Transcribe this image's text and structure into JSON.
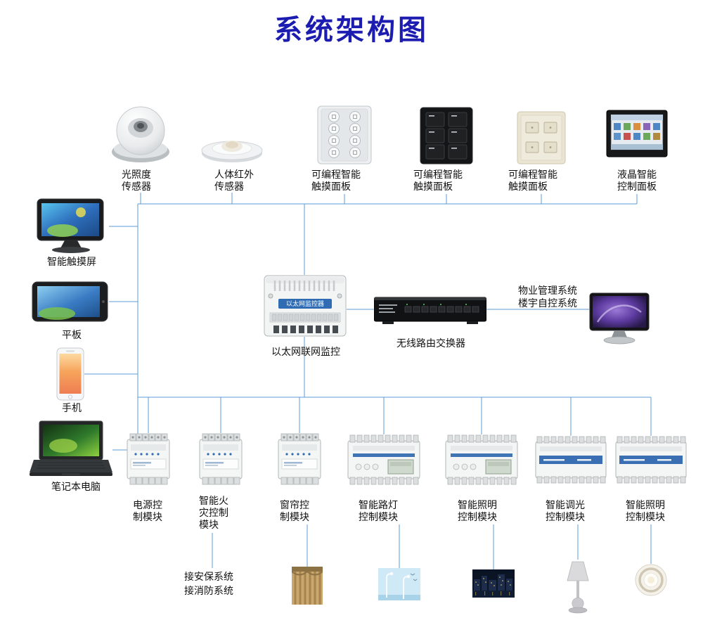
{
  "title": "系统架构图",
  "colors": {
    "title": "#1c1cb0",
    "connector": "#5b9bd5"
  },
  "top_devices": [
    {
      "label": [
        "光照度",
        "传感器"
      ]
    },
    {
      "label": [
        "人体红外",
        "传感器"
      ]
    },
    {
      "label": [
        "可编程智能",
        "触摸面板"
      ]
    },
    {
      "label": [
        "可编程智能",
        "触摸面板"
      ]
    },
    {
      "label": [
        "可编程智能",
        "触摸面板"
      ]
    },
    {
      "label": [
        "液晶智能",
        "控制面板"
      ]
    }
  ],
  "left_devices": [
    {
      "label": "智能触摸屏"
    },
    {
      "label": "平板"
    },
    {
      "label": "手机"
    },
    {
      "label": "笔记本电脑"
    }
  ],
  "center": {
    "gateway_label": "以太网联网监控",
    "gateway_device_text": "以太网监控器",
    "router_label": "无线路由交换器",
    "management": [
      "物业管理系统",
      "楼宇自控系统"
    ]
  },
  "bottom_modules": [
    {
      "label": [
        "电源控",
        "制模块"
      ]
    },
    {
      "label": [
        "智能火",
        "灾控制",
        "模块"
      ]
    },
    {
      "label": [
        "窗帘控",
        "制模块"
      ]
    },
    {
      "label": [
        "智能路灯",
        "控制模块"
      ]
    },
    {
      "label": [
        "智能照明",
        "控制模块"
      ]
    },
    {
      "label": [
        "智能调光",
        "控制模块"
      ]
    },
    {
      "label": [
        "智能照明",
        "控制模块"
      ]
    }
  ],
  "bottom_notes": [
    "接安保系统",
    "接消防系统"
  ]
}
